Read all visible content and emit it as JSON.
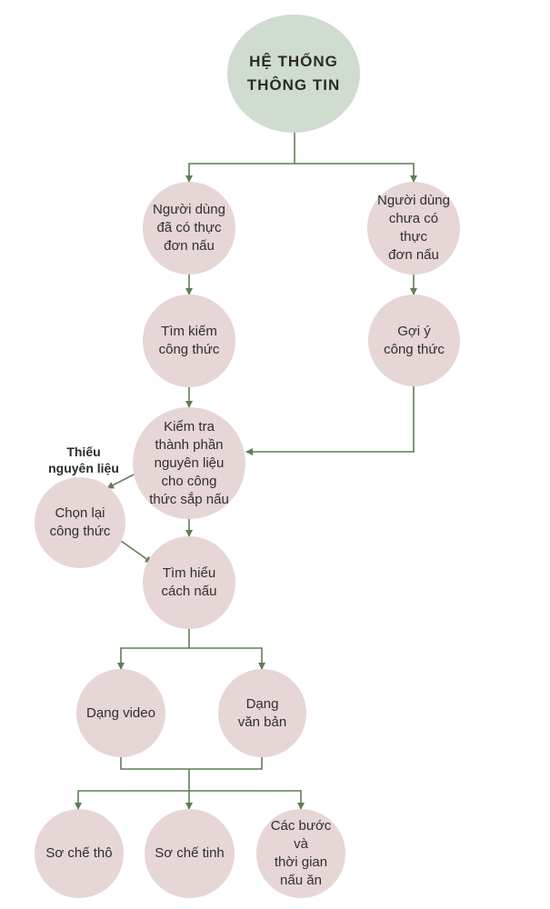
{
  "colors": {
    "root_fill": "#cfdccf",
    "node_fill": "#e6d6d6",
    "connector": "#5f7d57"
  },
  "nodes": {
    "root": "HỆ THỐNG\nTHÔNG TIN",
    "has_menu": "Người dùng\nđã có thực\nđơn nấu",
    "no_menu": "Người dùng\nchưa có thực\nđơn nấu",
    "search_recipe": "Tìm kiếm\ncông thức",
    "suggest_recipe": "Gợi ý\ncông thức",
    "check_ingredients": "Kiểm tra\nthành phần\nnguyên liệu\ncho công\nthức sắp nấu",
    "reselect_recipe": "Chọn lại\ncông thức",
    "learn_cooking": "Tìm hiểu\ncách nấu",
    "video_format": "Dạng video",
    "text_format": "Dạng\nvăn bản",
    "rough_prep": "Sơ chế thô",
    "fine_prep": "Sơ chế tinh",
    "steps_time": "Các bước và\nthời gian\nnấu ăn"
  },
  "labels": {
    "missing_ingredients": "Thiếu\nnguyên liệu"
  }
}
